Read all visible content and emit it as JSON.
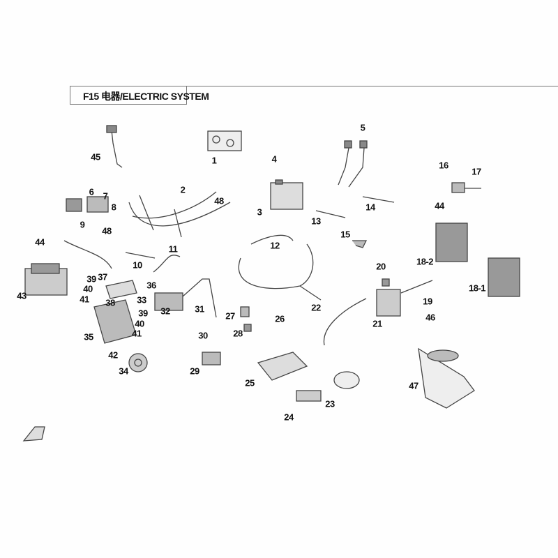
{
  "title": "F15 电器/ELECTRIC SYSTEM",
  "callouts": [
    "1",
    "2",
    "3",
    "4",
    "5",
    "6",
    "7",
    "8",
    "9",
    "10",
    "11",
    "12",
    "13",
    "14",
    "15",
    "16",
    "17",
    "18-2",
    "18-1",
    "19",
    "20",
    "21",
    "22",
    "23",
    "24",
    "25",
    "26",
    "27",
    "28",
    "29",
    "30",
    "31",
    "32",
    "33",
    "34",
    "35",
    "36",
    "37",
    "38",
    "39",
    "40",
    "41",
    "39",
    "40",
    "41",
    "42",
    "43",
    "44",
    "44",
    "45",
    "46",
    "47",
    "48",
    "48"
  ]
}
